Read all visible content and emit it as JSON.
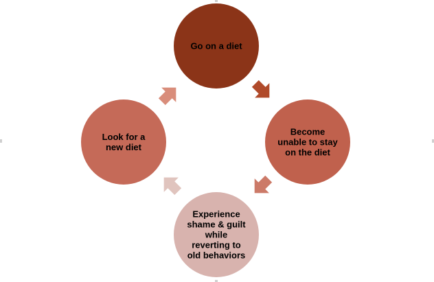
{
  "cycle": {
    "nodes": [
      {
        "lines": [
          "Go on a diet"
        ],
        "color": "#8b3418"
      },
      {
        "lines": [
          "Become",
          "unable to stay",
          "on the diet"
        ],
        "color": "#c0614d"
      },
      {
        "lines": [
          "Experience",
          "shame & guilt",
          "while",
          "reverting to",
          "old behaviors"
        ],
        "color": "#d8b3ae"
      },
      {
        "lines": [
          "Look for a",
          "new diet"
        ],
        "color": "#c56a58"
      }
    ],
    "arrows": [
      {
        "from": "go-on-a-diet",
        "to": "become-unable",
        "color": "#b04a2a"
      },
      {
        "from": "become-unable",
        "to": "experience-shame",
        "color": "#cc7a68"
      },
      {
        "from": "experience-shame",
        "to": "look-for-new-diet",
        "color": "#e0c4be"
      },
      {
        "from": "look-for-new-diet",
        "to": "go-on-a-diet",
        "color": "#d98d7b"
      }
    ]
  }
}
